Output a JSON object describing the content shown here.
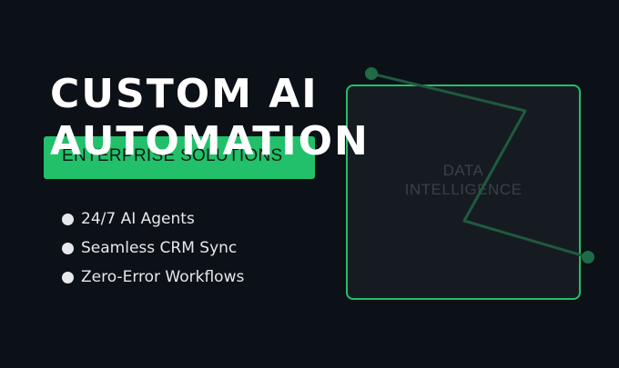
{
  "headline": {
    "line1": "CUSTOM AI",
    "line2": "AUTOMATION"
  },
  "banner": {
    "label": "ENTERPRISE SOLUTIONS"
  },
  "features": [
    {
      "label": "24/7 AI Agents"
    },
    {
      "label": "Seamless CRM Sync"
    },
    {
      "label": "Zero-Error Workflows"
    }
  ],
  "card": {
    "line1": "DATA",
    "line2": "INTELLIGENCE"
  },
  "colors": {
    "accent": "#22c06a",
    "background": "#0c1017",
    "card": "#161b22",
    "line": "#1f5a3e"
  }
}
